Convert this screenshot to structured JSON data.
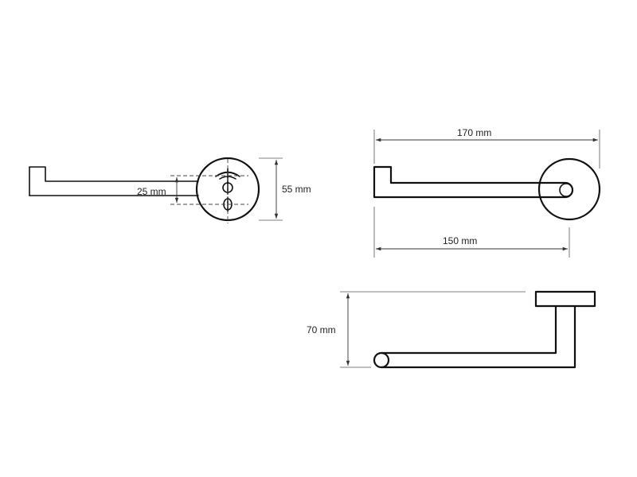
{
  "dimensions": {
    "side_hole_spacing": "25 mm",
    "side_plate_diameter": "55 mm",
    "top_overall_length": "170 mm",
    "top_arm_length": "150 mm",
    "front_projection": "70 mm"
  },
  "colors": {
    "line": "#111111",
    "dimension_line": "#333333",
    "background": "#ffffff"
  }
}
